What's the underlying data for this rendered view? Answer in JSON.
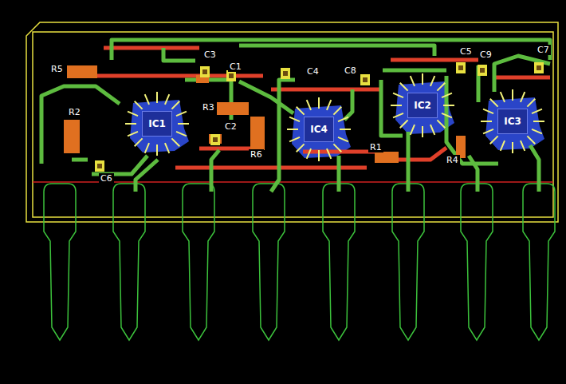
{
  "diagram": {
    "nodes": [
      {
        "text": [
          "IC1"
        ]
      },
      {
        "text": [
          "IC4"
        ]
      },
      {
        "text": [
          "IC2"
        ]
      },
      {
        "text": [
          "IC3"
        ]
      }
    ],
    "labels": [
      "R5",
      "C3",
      "C1",
      "R2",
      "R3",
      "C2",
      "C6",
      "C4",
      "C8",
      "R6",
      "R1",
      "C5",
      "C9",
      "C7",
      "R4"
    ]
  }
}
